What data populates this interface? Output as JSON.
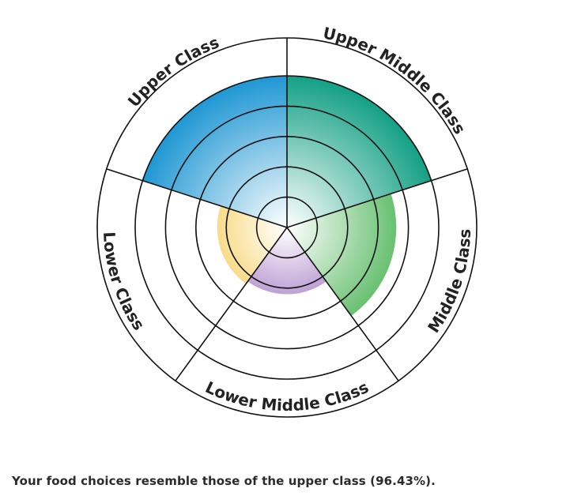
{
  "chart_data": {
    "type": "polar-area",
    "categories": [
      "Upper Class",
      "Upper Middle Class",
      "Middle Class",
      "Lower Middle Class",
      "Lower Class"
    ],
    "values": [
      5,
      5,
      3.6,
      2.2,
      2.3
    ],
    "rmax": 5,
    "rings": 5,
    "colors": [
      "#1f97d3",
      "#14a085",
      "#2ea83a",
      "#6e2ba0",
      "#f2b300"
    ],
    "label_colors": "#222222"
  },
  "result": {
    "text": "Your food choices resemble those of the upper class (96.43%)."
  }
}
